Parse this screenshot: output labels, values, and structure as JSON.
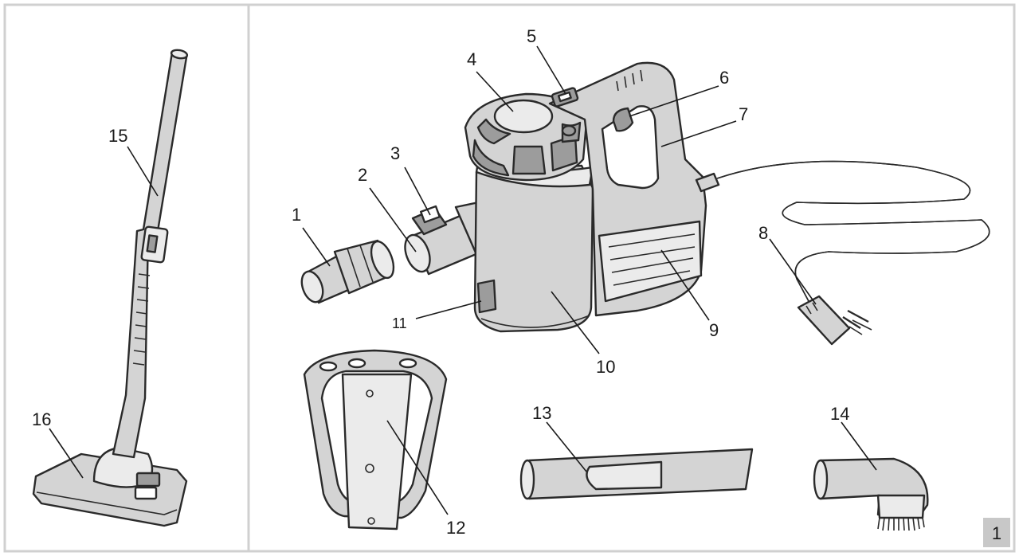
{
  "figure_number": "1",
  "colors": {
    "frame": "#d0d0d0",
    "line": "#1a1a1a",
    "part_fill": "#d4d4d4",
    "part_fill_light": "#ebebeb",
    "badge_bg": "#c8c8c8"
  },
  "callouts": [
    {
      "number": "1",
      "part": "hose-adapter"
    },
    {
      "number": "2",
      "part": "dust-inlet"
    },
    {
      "number": "3",
      "part": "inlet-release-button"
    },
    {
      "number": "4",
      "part": "cyclone-filter-top"
    },
    {
      "number": "5",
      "part": "power-switch"
    },
    {
      "number": "6",
      "part": "handle-release-button"
    },
    {
      "number": "7",
      "part": "handle"
    },
    {
      "number": "8",
      "part": "power-cord-plug"
    },
    {
      "number": "9",
      "part": "air-outlet-vents"
    },
    {
      "number": "10",
      "part": "dust-container"
    },
    {
      "number": "11",
      "part": "container-release-latch"
    },
    {
      "number": "12",
      "part": "wall-bracket"
    },
    {
      "number": "13",
      "part": "crevice-nozzle"
    },
    {
      "number": "14",
      "part": "brush-nozzle"
    },
    {
      "number": "15",
      "part": "extension-tube"
    },
    {
      "number": "16",
      "part": "floor-nozzle"
    }
  ]
}
